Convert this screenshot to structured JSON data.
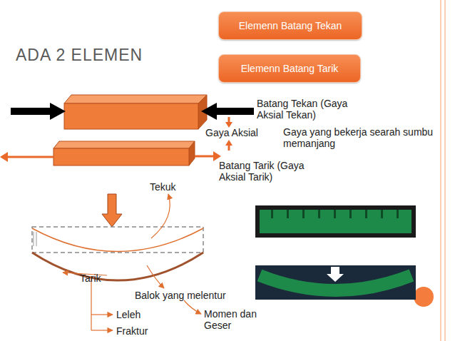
{
  "diagram": {
    "title": "ADA 2 ELEMEN",
    "nodes": [
      {
        "text": [
          "Elemenn Batang Tekan"
        ]
      },
      {
        "text": [
          "Elemenn Batang Tarik"
        ]
      }
    ],
    "labels": [
      "Batang Tekan (Gaya Aksial Tekan)",
      "Gaya Aksial",
      "Gaya yang bekerja searah sumbu memanjang",
      "Batang Tarik (Gaya Aksial Tarik)",
      "Tekuk",
      "Tarik",
      "Balok yang melentur",
      "Leleh",
      "Fraktur",
      "Momen dan Geser"
    ]
  }
}
